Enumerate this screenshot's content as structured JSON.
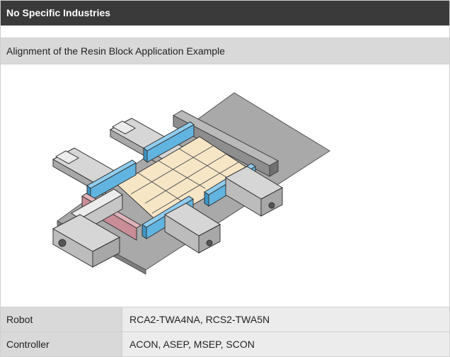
{
  "header": {
    "title": "No Specific Industries"
  },
  "section": {
    "title": "Alignment of the Resin Block Application Example"
  },
  "figure": {
    "icon": "resin-block-alignment-illustration",
    "colors": {
      "base_plate": "#a7a7a7",
      "resin_block": "#f8e8c8",
      "blue_pusher": "#62b4e0",
      "pink_pusher": "#c98d98",
      "stopper": "#909090",
      "actuator": "#d7d7d7"
    }
  },
  "specs": {
    "rows": [
      {
        "label": "Robot",
        "value": "RCA2-TWA4NA, RCS2-TWA5N"
      },
      {
        "label": "Controller",
        "value": "ACON, ASEP, MSEP, SCON"
      }
    ]
  }
}
